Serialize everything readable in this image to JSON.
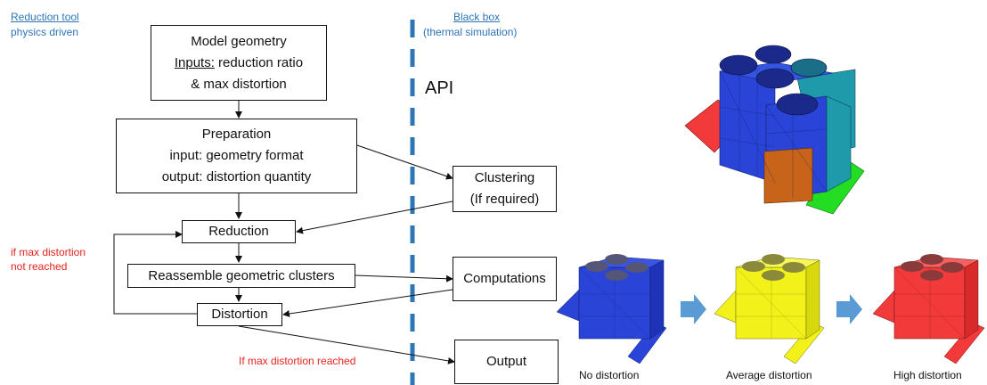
{
  "headers": {
    "left_title": "Reduction tool",
    "left_sub": "physics driven",
    "right_title": "Black box",
    "right_sub": "(thermal simulation)"
  },
  "api_label": "API",
  "boxes": {
    "model_geometry": {
      "title": "Model geometry",
      "inputs_label": "Inputs:",
      "inputs_text": " reduction ratio",
      "line3": "& max distortion"
    },
    "preparation": {
      "title": "Preparation",
      "line2": "input: geometry format",
      "line3": "output: distortion quantity"
    },
    "reduction": "Reduction",
    "reassemble": "Reassemble geometric clusters",
    "distortion": "Distortion",
    "clustering": {
      "title": "Clustering",
      "sub": "(If required)"
    },
    "computations": "Computations",
    "output": "Output"
  },
  "annotations": {
    "not_reached_1": "if max distortion",
    "not_reached_2": "not reached",
    "reached": "If max distortion reached"
  },
  "captions": {
    "no": "No distortion",
    "avg": "Average distortion",
    "high": "High distortion"
  },
  "colors": {
    "divider": "#2e75b6",
    "link": "#2e75b6",
    "annotation": "#e8231f",
    "arrow_big": "#5b9bd5",
    "model_blue": "#2a44d8",
    "model_yellow": "#f2f21a",
    "model_red": "#f23a3a",
    "pad_green": "#22dd22",
    "pad_orange": "#c8641a",
    "pad_teal": "#1e9aaa"
  }
}
